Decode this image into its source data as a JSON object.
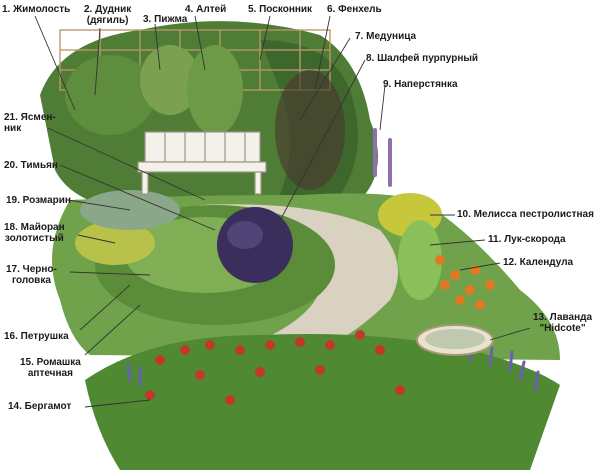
{
  "colors": {
    "hedge": "#4f7d36",
    "hedge_dark": "#2f5524",
    "lawn": "#6fa24b",
    "path": "#d9d2c0",
    "bench": "#f3f1ea",
    "sage": "#3a2f5c",
    "calendula": "#e07a22",
    "bergamot": "#c0392b",
    "lavender": "#6a5fb0",
    "label_line": "#333333"
  },
  "labels": {
    "l1": "1. Жимолость",
    "l2a": "2. Дудник",
    "l2b": "(дягиль)",
    "l3": "3. Пижма",
    "l4": "4. Алтей",
    "l5": "5. Посконник",
    "l6": "6. Фенхель",
    "l7": "7. Медуница",
    "l8": "8. Шалфей пурпурный",
    "l9": "9. Наперстянка",
    "l10": "10. Мелисса пестролистная",
    "l11": "11. Лук-скорода",
    "l12": "12. Календула",
    "l13a": "13. Лаванда",
    "l13b": "\"Hidcote\"",
    "l14": "14. Бергамот",
    "l15a": "15. Ромашка",
    "l15b": "аптечная",
    "l16": "16. Петрушка",
    "l17a": "17. Черно-",
    "l17b": "головка",
    "l18a": "18. Майоран",
    "l18b": "золотистый",
    "l19": "19. Розмарин",
    "l20": "20. Тимьян",
    "l21a": "21. Ясмен-",
    "l21b": "ник"
  }
}
